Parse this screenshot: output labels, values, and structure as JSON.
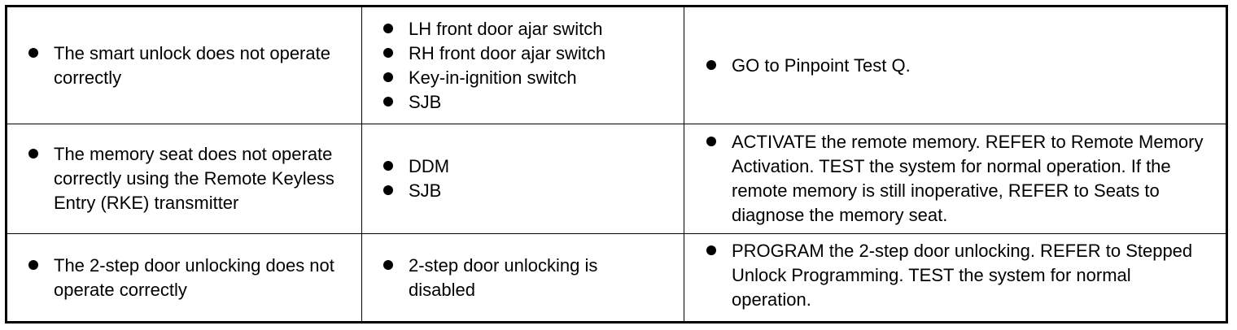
{
  "rows": [
    {
      "symptom": [
        "The smart unlock does not operate correctly"
      ],
      "sources": [
        "LH front door ajar switch",
        "RH front door ajar switch",
        "Key-in-ignition switch",
        "SJB"
      ],
      "actions": [
        "GO to Pinpoint Test Q."
      ]
    },
    {
      "symptom": [
        "The memory seat does not operate correctly using the Remote Keyless Entry (RKE) transmitter"
      ],
      "sources": [
        "DDM",
        "SJB"
      ],
      "actions": [
        "ACTIVATE the remote memory. REFER to Remote Memory Activation. TEST the system for normal operation. If the remote memory is still inoperative, REFER to Seats to diagnose the memory seat."
      ]
    },
    {
      "symptom": [
        "The 2-step door unlocking does not operate correctly"
      ],
      "sources": [
        "2-step door unlocking is disabled"
      ],
      "actions": [
        "PROGRAM the 2-step door unlocking. REFER to Stepped Unlock Programming. TEST the system for normal operation."
      ]
    }
  ]
}
